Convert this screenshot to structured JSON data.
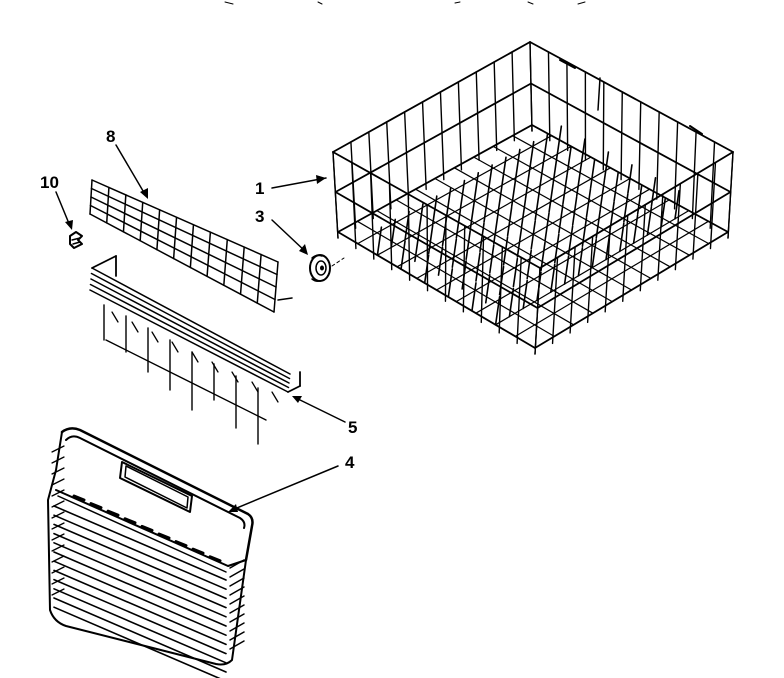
{
  "diagram": {
    "callouts": [
      {
        "id": "1",
        "text": "1"
      },
      {
        "id": "3",
        "text": "3"
      },
      {
        "id": "4",
        "text": "4"
      },
      {
        "id": "5",
        "text": "5"
      },
      {
        "id": "8",
        "text": "8"
      },
      {
        "id": "10",
        "text": "10"
      }
    ]
  },
  "colors": {
    "line": "#000000",
    "background": "#ffffff"
  }
}
